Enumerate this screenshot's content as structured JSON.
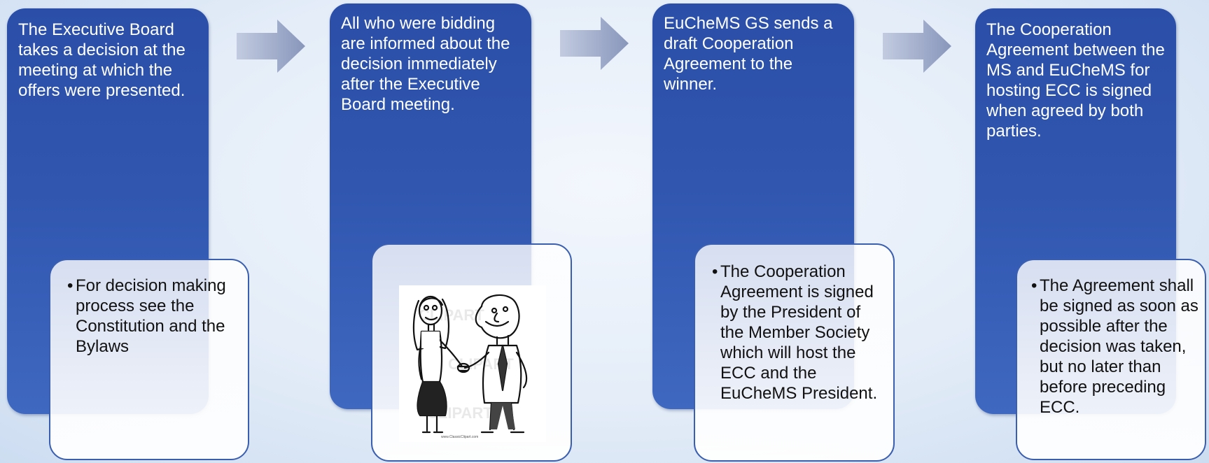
{
  "steps": [
    {
      "text": "The Executive Board takes a decision at the meeting at which the offers were presented.",
      "note": "For decision making process see the Constitution and the Bylaws"
    },
    {
      "text": "All who were bidding are informed about the decision immediately after the  Executive Board meeting.",
      "illustration": "handshake-clipart",
      "watermark": "CLIPART"
    },
    {
      "text": "EuCheMS GS sends a draft Cooperation Agreement to the winner.",
      "note": "The Cooperation Agreement is signed by the President of the  Member Society which will host the ECC and the EuCheMS President."
    },
    {
      "text": "The Cooperation Agreement between the MS and EuCheMS for hosting ECC is signed when agreed by both parties.",
      "note": "The Agreement shall be signed as soon as possible after the decision was taken, but no later than before preceding ECC."
    }
  ],
  "colors": {
    "step_fill": "#3056b0",
    "note_border": "#3a5fb0",
    "arrow_fill": "#9aa6c6"
  }
}
